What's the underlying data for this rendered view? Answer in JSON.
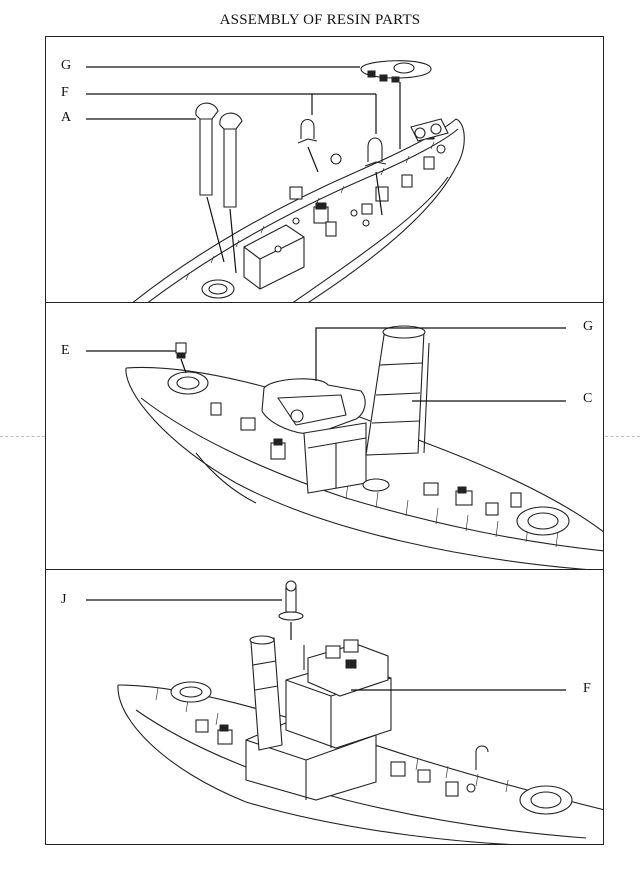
{
  "title": "ASSEMBLY OF RESIN PARTS",
  "panels": [
    {
      "callouts": [
        "G",
        "F",
        "A"
      ]
    },
    {
      "callouts": [
        "E",
        "G",
        "C"
      ]
    },
    {
      "callouts": [
        "J",
        "F"
      ]
    }
  ]
}
